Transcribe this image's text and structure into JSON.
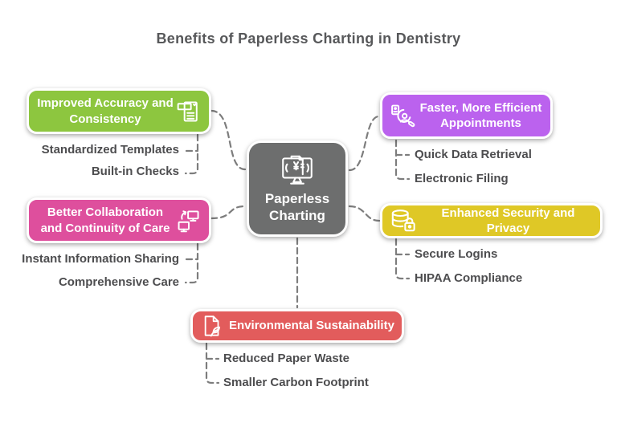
{
  "title": "Benefits of Paperless Charting in Dentistry",
  "center": {
    "label": "Paperless Charting",
    "icon": "monitor-chart-icon",
    "color": "#6D6E6E"
  },
  "branches": [
    {
      "id": "accuracy",
      "title": "Improved Accuracy and Consistency",
      "color": "#8DC63F",
      "icon": "template-check-icon",
      "side": "left",
      "items": [
        "Standardized Templates",
        "Built-in Checks"
      ]
    },
    {
      "id": "appointments",
      "title": "Faster, More Efficient Appointments",
      "color": "#BB62EE",
      "icon": "appointment-person-icon",
      "side": "right",
      "items": [
        "Quick Data Retrieval",
        "Electronic Filing"
      ]
    },
    {
      "id": "collaboration",
      "title": "Better Collaboration and Continuity of Care",
      "color": "#DE4F9D",
      "icon": "screens-sync-icon",
      "side": "left",
      "items": [
        "Instant Information Sharing",
        "Comprehensive Care"
      ]
    },
    {
      "id": "security",
      "title": "Enhanced Security and Privacy",
      "color": "#DFC826",
      "icon": "database-lock-icon",
      "side": "right",
      "items": [
        "Secure Logins",
        "HIPAA Compliance"
      ]
    },
    {
      "id": "environment",
      "title": "Environmental Sustainability",
      "color": "#E25C5C",
      "icon": "leaf-document-icon",
      "side": "bottom",
      "items": [
        "Reduced Paper Waste",
        "Smaller Carbon Footprint"
      ]
    }
  ],
  "colors": {
    "title_text": "#57585A",
    "sub_item_text": "#4D4D4F",
    "connector_line": "#7D7D7D",
    "node_text": "#FFFFFF",
    "background": "#FFFFFF"
  }
}
